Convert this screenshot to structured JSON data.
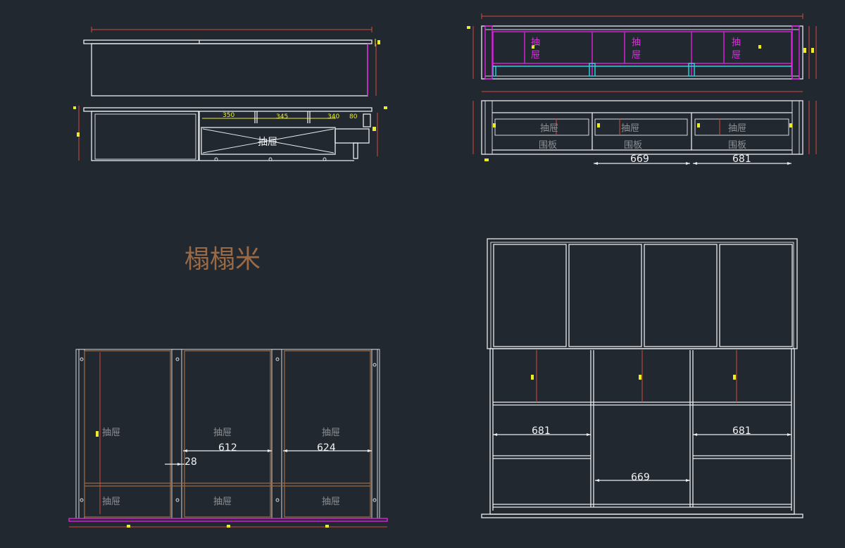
{
  "title": "榻榻米",
  "labels": {
    "drawer": "抽屉",
    "drawer_char_1": "抽",
    "drawer_char_2": "屉",
    "skirting": "围板"
  },
  "dimensions": {
    "top_left_350": "350",
    "top_left_345": "345",
    "top_left_340": "340",
    "top_left_80": "80",
    "tr_669": "669",
    "tr_681": "681",
    "bl_612": "612",
    "bl_624": "624",
    "bl_28": "28",
    "br_681_left": "681",
    "br_681_right": "681",
    "br_669": "669"
  },
  "colors": {
    "background": "#212830",
    "line_white": "#e9ecef",
    "magenta": "#e020e0",
    "cyan": "#2fd6df",
    "red": "#d24a3a",
    "brown": "#9a6a44",
    "yellow": "#ecec2a",
    "gray_text": "#8c8f93"
  }
}
